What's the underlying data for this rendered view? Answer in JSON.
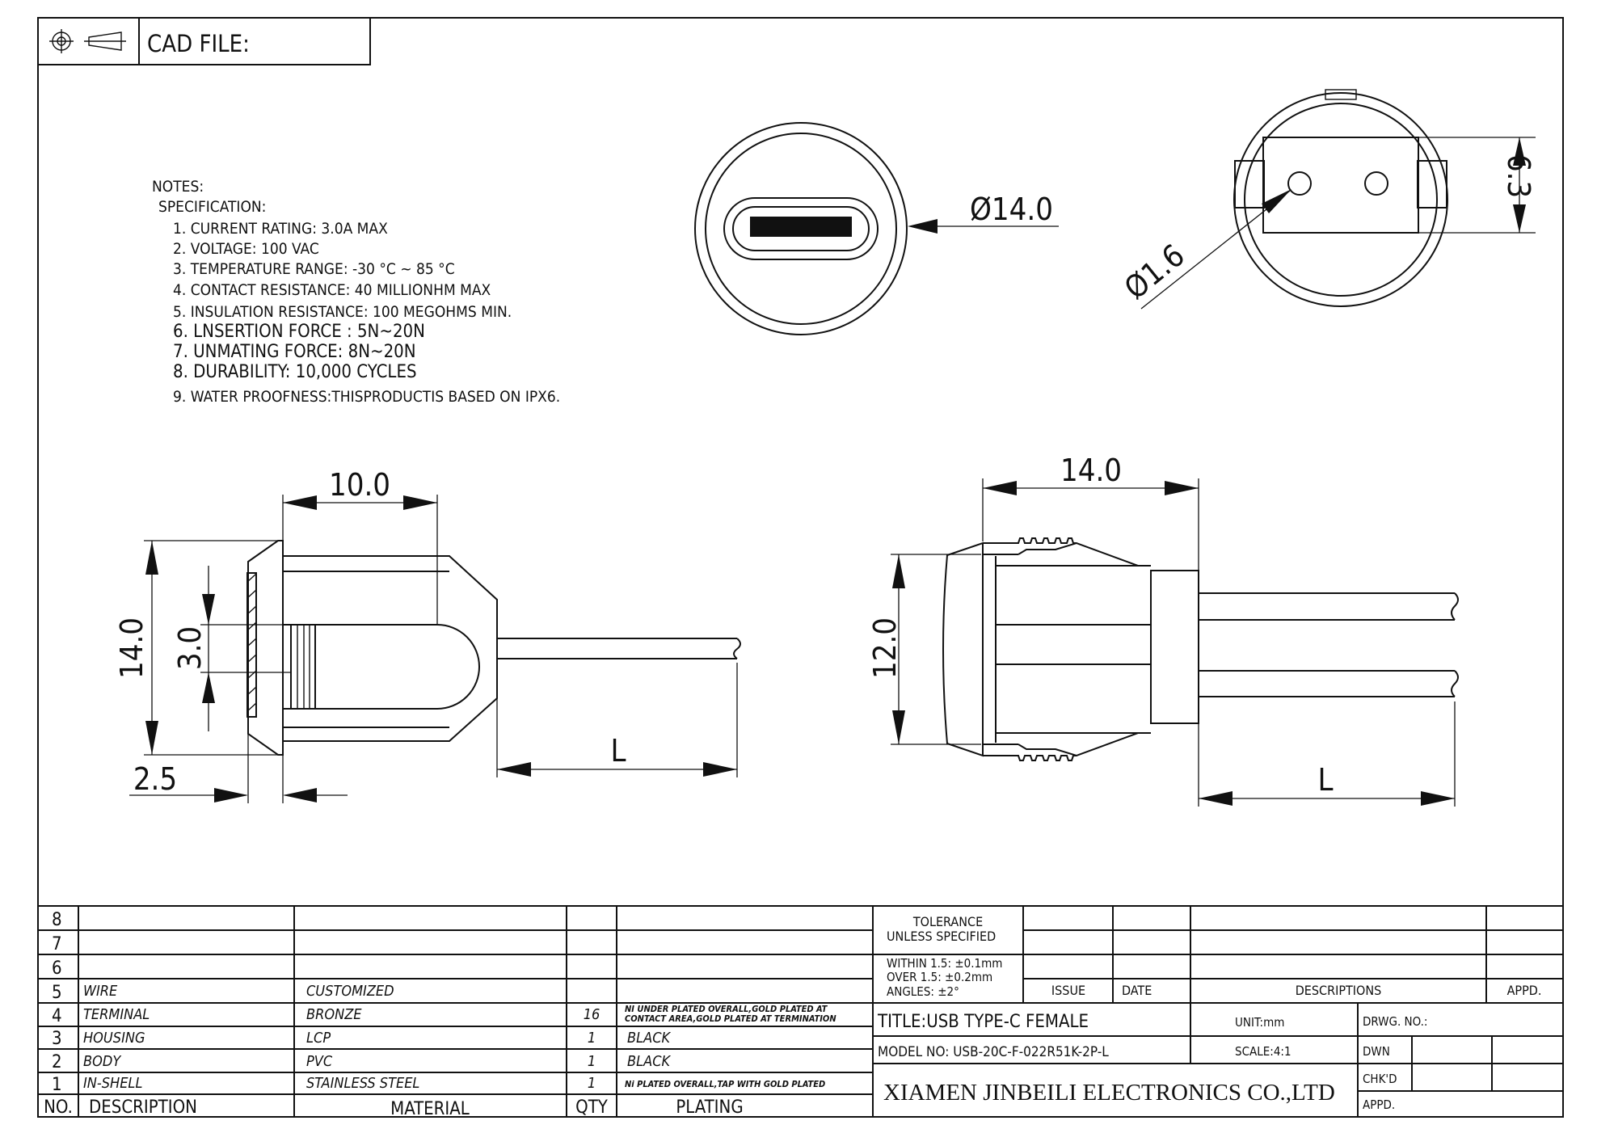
{
  "header": {
    "cad_label": "CAD FILE:",
    "projection_icon": "third-angle-projection-icon"
  },
  "notes": {
    "title": "NOTES:",
    "subtitle": "SPECIFICATION:",
    "items": [
      "1. CURRENT RATING: 3.0A MAX",
      "2. VOLTAGE: 100 VAC",
      "3. TEMPERATURE RANGE: -30 °C ~ 85 °C",
      "4. CONTACT RESISTANCE: 40 MILLIONHM MAX",
      "5. INSULATION RESISTANCE: 100 MEGOHMS MIN.",
      "6. LNSERTION FORCE : 5N~20N",
      "7. UNMATING FORCE: 8N~20N",
      "8. DURABILITY:   10,000 CYCLES",
      "9. WATER PROOFNESS:THISPRODUCTIS BASED ON IPX6."
    ]
  },
  "dimensions": {
    "front_diameter": "Ø14.0",
    "rear_height": "6.3",
    "rear_hole": "Ø1.6",
    "side_length": "10.0",
    "side_height": "14.0",
    "side_port": "3.0",
    "side_flange": "2.5",
    "side_wire": "L",
    "top_width": "14.0",
    "top_height": "12.0",
    "top_wire": "L"
  },
  "bom": {
    "blank_rows": [
      "8",
      "7",
      "6"
    ],
    "rows": [
      {
        "no": "5",
        "description": "WIRE",
        "material": "CUSTOMIZED",
        "qty": "",
        "plating": ""
      },
      {
        "no": "4",
        "description": "TERMINAL",
        "material": "BRONZE",
        "qty": "16",
        "plating": "NI UNDER PLATED OVERALL,GOLD PLATED AT CONTACT AREA,GOLD PLATED AT TERMINATION"
      },
      {
        "no": "3",
        "description": "HOUSING",
        "material": "LCP",
        "qty": "1",
        "plating": "BLACK"
      },
      {
        "no": "2",
        "description": "BODY",
        "material": "PVC",
        "qty": "1",
        "plating": "BLACK"
      },
      {
        "no": "1",
        "description": "IN-SHELL",
        "material": "STAINLESS STEEL",
        "qty": "1",
        "plating": "Ni PLATED OVERALL,TAP WITH GOLD PLATED"
      }
    ],
    "plating_row4_line1": "NI UNDER PLATED OVERALL,GOLD PLATED AT",
    "plating_row4_line2": "CONTACT AREA,GOLD PLATED AT TERMINATION",
    "headers": {
      "no": "NO.",
      "description": "DESCRIPTION",
      "material": "MATERIAL",
      "qty": "QTY",
      "plating": "PLATING"
    }
  },
  "title_block": {
    "tolerance_1": "TOLERANCE",
    "tolerance_2": "UNLESS SPECIFIED",
    "within": "WITHIN 1.5: ±0.1mm",
    "over": "OVER 1.5:  ±0.2mm",
    "angles": "ANGLES: ±2°",
    "issue": "ISSUE",
    "date": "DATE",
    "descriptions": "DESCRIPTIONS",
    "appd": "APPD.",
    "title": "TITLE:USB TYPE-C FEMALE",
    "unit": "UNIT:mm",
    "drwg_no": "DRWG. NO.:",
    "model": "MODEL NO: USB-20C-F-022R51K-2P-L",
    "scale": "SCALE:4:1",
    "dwn": "DWN",
    "chkd": "CHK'D",
    "appd2": "APPD.",
    "company": "XIAMEN JINBEILI ELECTRONICS CO.,LTD"
  }
}
